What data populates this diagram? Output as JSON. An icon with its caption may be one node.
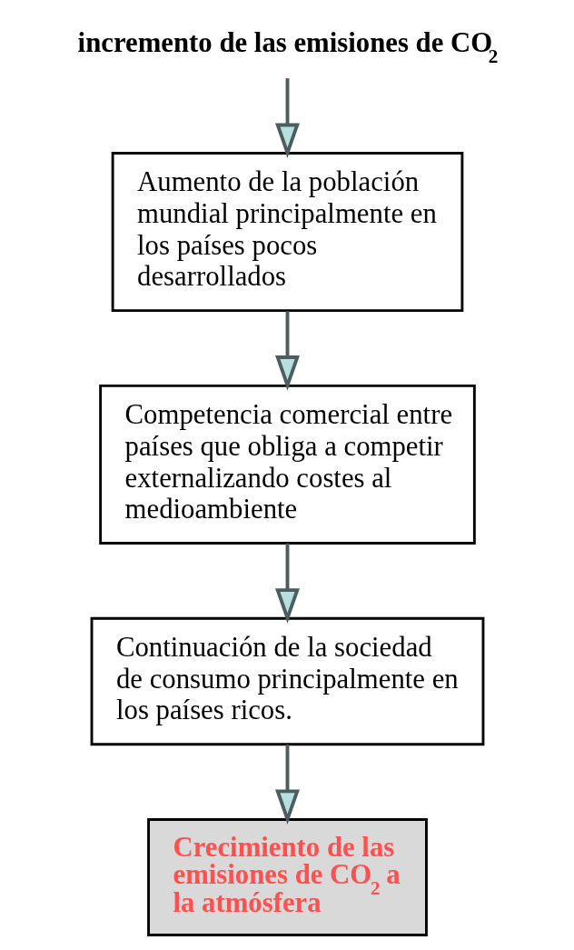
{
  "diagram": {
    "nodes": [
      {
        "text": [
          "incremento de las emisiones de CO$_{2}$"
        ]
      },
      {
        "text": [
          "Aumento de la población mundial principalmente en los países pocos desarrollados"
        ]
      },
      {
        "text": [
          "Competencia comercial entre países que obliga a competir externalizando costes al medioambiente"
        ]
      },
      {
        "text": [
          "Continuación de la sociedad de consumo principalmente en los países ricos."
        ]
      },
      {
        "text": [
          "Crecimiento de las emisiones de CO$_{2}$ a la atmósfera"
        ]
      }
    ],
    "edges": [
      {
        "from": 0,
        "to": 1,
        "arrow": "to"
      },
      {
        "from": 1,
        "to": 2,
        "arrow": "to"
      },
      {
        "from": 2,
        "to": 3,
        "arrow": "to"
      },
      {
        "from": 3,
        "to": 4,
        "arrow": "to"
      }
    ]
  }
}
